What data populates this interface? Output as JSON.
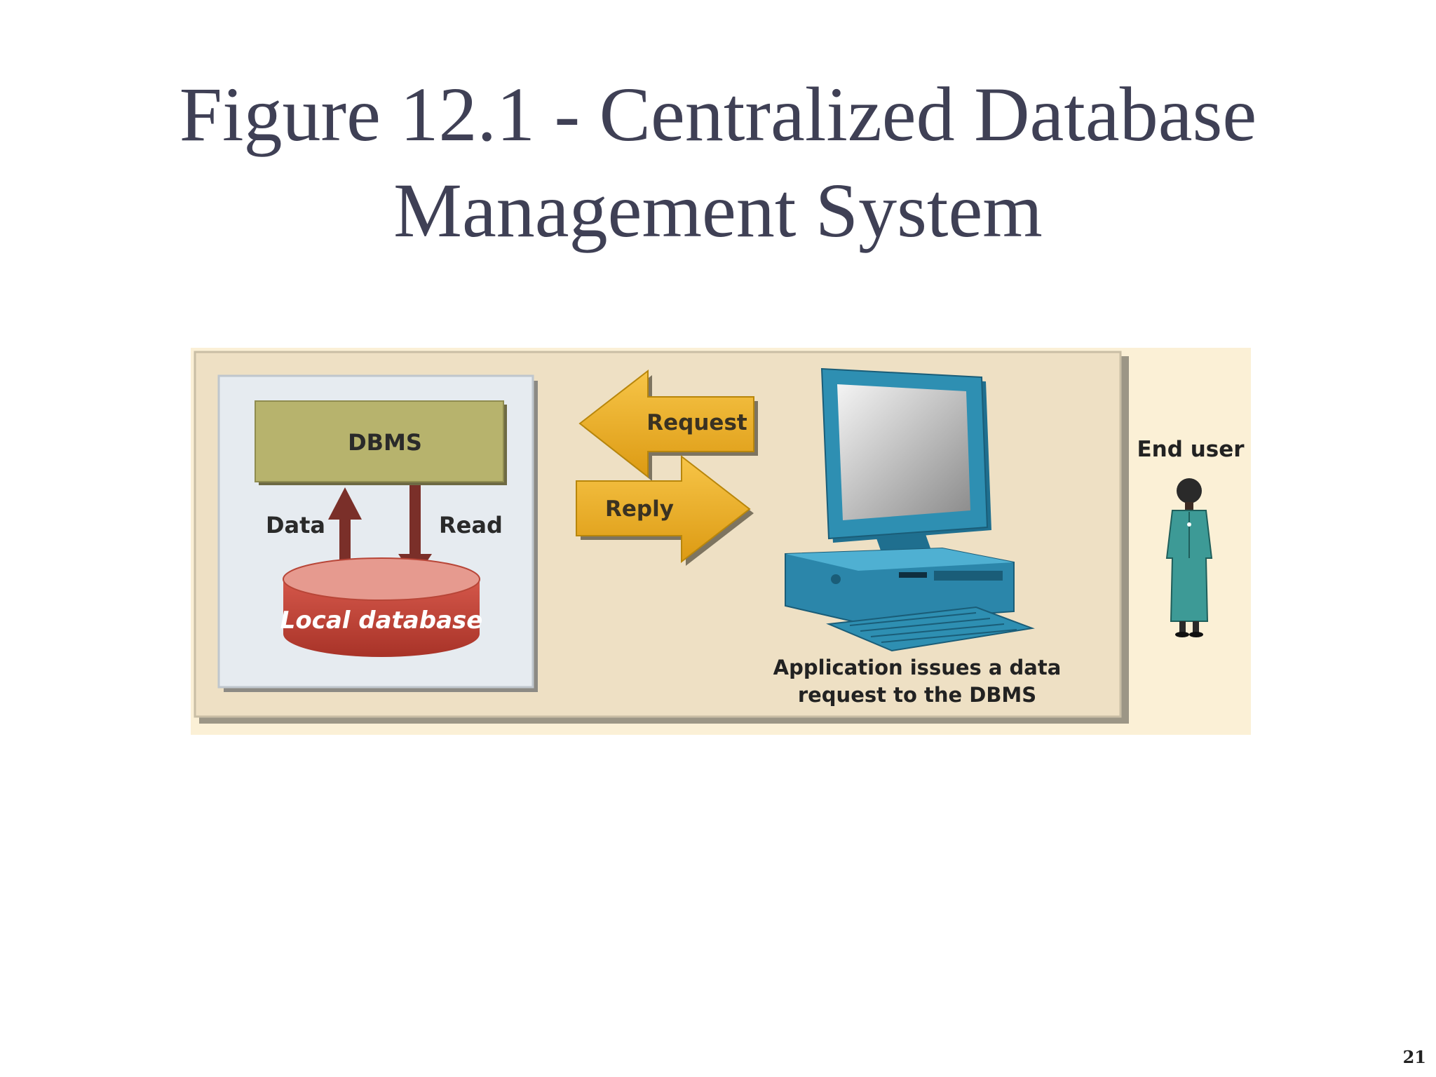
{
  "slide": {
    "title_line1": "Figure 12.1 - Centralized Database",
    "title_line2": "Management System",
    "page_number": "21"
  },
  "diagram": {
    "dbms_label": "DBMS",
    "data_label": "Data",
    "read_label": "Read",
    "database_label": "Local database",
    "request_label": "Request",
    "reply_label": "Reply",
    "end_user_label": "End user",
    "caption_line1": "Application issues a data",
    "caption_line2": "request to the DBMS"
  },
  "colors": {
    "title": "#3f4055",
    "panel_background": "#eee0c4",
    "server_box": "#e6ebf0",
    "dbms_box": "#b7b36d",
    "database": "#c8463a",
    "arrows": "#f0b327",
    "data_read_arrows": "#7a2f29",
    "computer": "#2e8fb2",
    "end_user": "#3d9a96"
  }
}
